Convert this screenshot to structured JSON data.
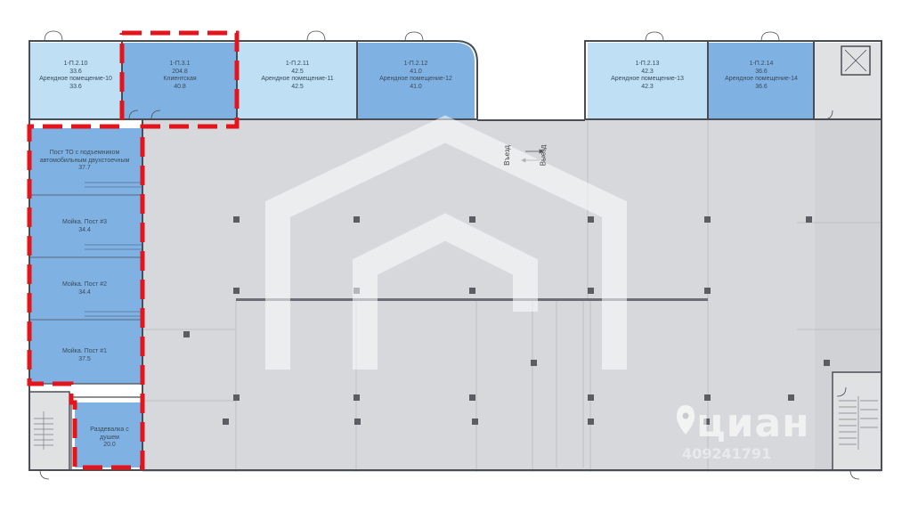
{
  "colors": {
    "room_light": "#bfe0f4",
    "room_mid": "#9cc9ec",
    "room_dark": "#7fb2e3",
    "floor": "#d6d8db",
    "wall": "#4a4e54",
    "highlight_dash": "#e3141b"
  },
  "units": [
    {
      "code": "1-П.2.10",
      "area": "33.6",
      "name": "Арендное помещение-10",
      "area2": "33.6"
    },
    {
      "code": "1-П.3.1",
      "area": "204.8",
      "name": "Клиентская",
      "area2": "40.8"
    },
    {
      "code": "1-П.2.11",
      "area": "42.5",
      "name": "Арендное помещение-11",
      "area2": "42.5"
    },
    {
      "code": "1-П.2.12",
      "area": "41.0",
      "name": "Арендное помещение-12",
      "area2": "41.0"
    },
    {
      "code": "1-П.2.13",
      "area": "42.3",
      "name": "Арендное помещение-13",
      "area2": "42.3"
    },
    {
      "code": "1-П.2.14",
      "area": "36.6",
      "name": "Арендное помещение-14",
      "area2": "36.6"
    }
  ],
  "rooms": [
    {
      "name": "Пост ТО с подъемником автомобильным двухстоечным",
      "area": "37.7"
    },
    {
      "name": "Мойка. Пост #3",
      "area": "34.4"
    },
    {
      "name": "Мойка. Пост #2",
      "area": "34.4"
    },
    {
      "name": "Мойка. Пост #1",
      "area": "37.5"
    },
    {
      "name": "Раздевалка с душем",
      "area": "20.0"
    }
  ],
  "exits": {
    "left": "Въезд",
    "right": "Выезд"
  },
  "watermark": {
    "brand": "циан",
    "id": "409241791"
  },
  "icons": [
    "stair-icon",
    "elevator-icon",
    "door-icon",
    "arrow-icon",
    "location-pin-icon",
    "house-logo-icon"
  ]
}
